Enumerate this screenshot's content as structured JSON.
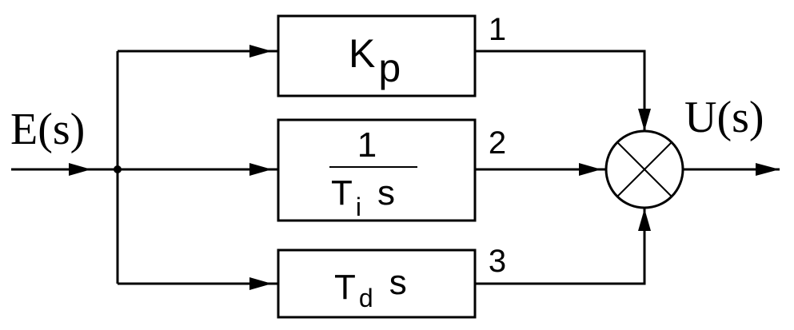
{
  "signals": {
    "input": "E(s)",
    "output": "U(s)"
  },
  "blocks": {
    "proportional": {
      "main": "K",
      "sub": "p"
    },
    "integral": {
      "numerator": "1",
      "denominator_main": "T",
      "denominator_sub": "i",
      "denominator_var": "s"
    },
    "derivative": {
      "main": "T",
      "sub": "d",
      "var": "s"
    }
  },
  "branch_labels": {
    "one": "1",
    "two": "2",
    "three": "3"
  },
  "summing_junction": {
    "type": "multiply-cross"
  }
}
